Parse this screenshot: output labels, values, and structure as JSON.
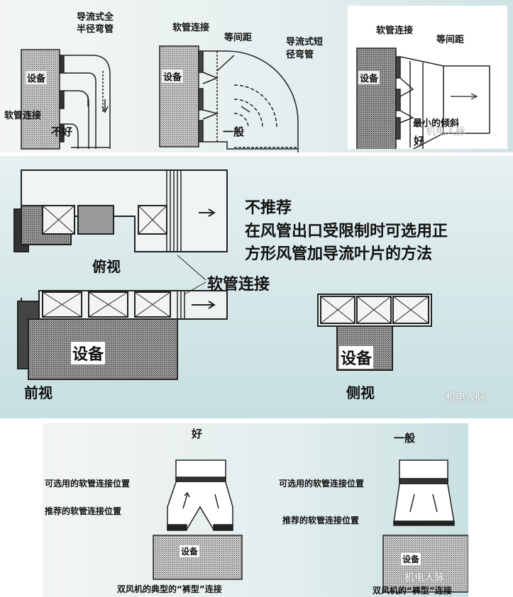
{
  "panel1": {
    "left": {
      "elbow_label_1": "导流式全",
      "elbow_label_2": "半径弯管",
      "equipment": "设备",
      "flex_label": "软管连接",
      "rating": "不好"
    },
    "middle": {
      "flex_label": "软管连接",
      "spacing_label": "等间距",
      "elbow_label_1": "导流式短",
      "elbow_label_2": "径弯管",
      "equipment": "设备",
      "rating": "一般"
    },
    "right": {
      "flex_label": "软管连接",
      "spacing_label": "等间距",
      "equipment": "设备",
      "slope_label": "最小的倾斜",
      "rating": "好",
      "watermark": "机电人脉"
    }
  },
  "panel2": {
    "heading": "不推荐",
    "note_1": "在风管出口受限制时可选用正",
    "note_2": "方形风管加导流叶片的方法",
    "top_view": "俯视",
    "flex_label": "软管连接",
    "equipment_front": "设备",
    "front_view": "前视",
    "equipment_side": "设备",
    "side_view": "侧视",
    "watermark": "机电人脉"
  },
  "panel3": {
    "left": {
      "rating": "好",
      "optional_label": "可选用的软管连接位置",
      "recommended_label": "推荐的软管连接位置",
      "equipment": "设备",
      "caption": "双风机的典型的“裤型”连接"
    },
    "right": {
      "rating": "一般",
      "optional_label": "可选用的软管连接位置",
      "recommended_label": "推荐的软管连接位置",
      "equipment": "设备",
      "caption": "双风机的“裤型”连接",
      "watermark": "机电人脉"
    }
  }
}
